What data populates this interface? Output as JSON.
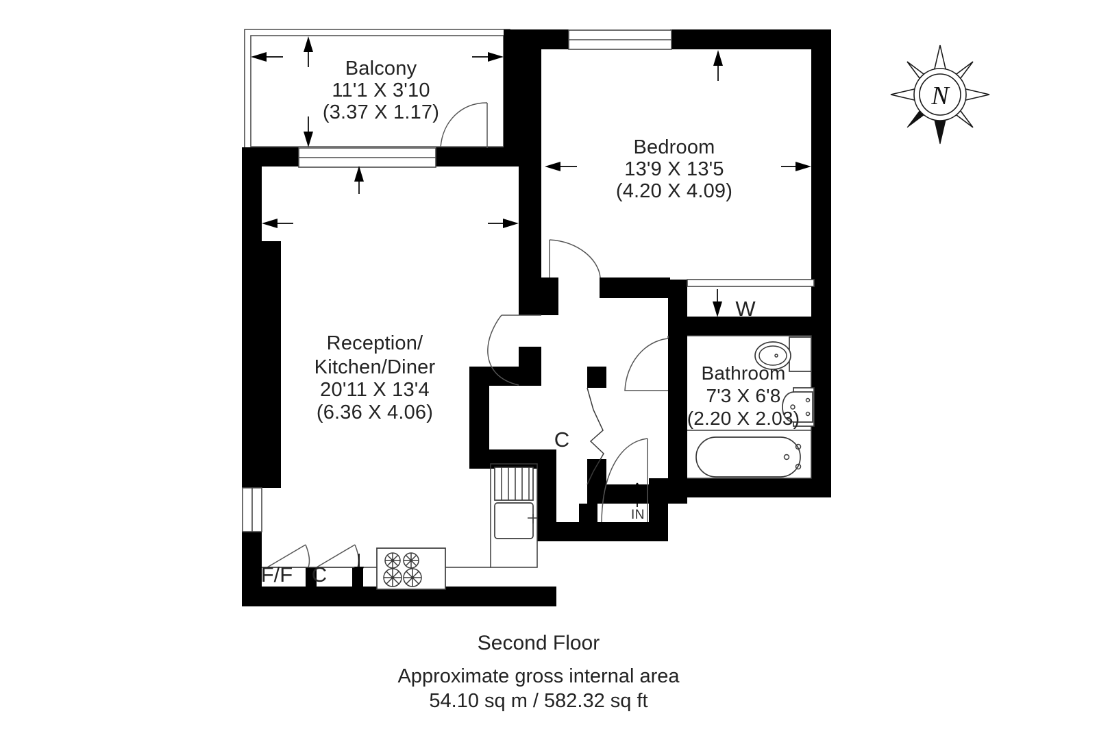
{
  "plan": {
    "floor_title": "Second Floor",
    "area_note_line1": "Approximate gross internal area",
    "area_note_line2": "54.10 sq m / 582.32 sq ft",
    "compass_label": "N"
  },
  "rooms": [
    {
      "key": "balcony",
      "name": "Balcony",
      "imperial": "11'1 X 3'10",
      "metric": "(3.37 X 1.17)"
    },
    {
      "key": "bedroom",
      "name": "Bedroom",
      "imperial": "13'9 X 13'5",
      "metric": "(4.20 X 4.09)"
    },
    {
      "key": "reception",
      "name_line1": "Reception/",
      "name_line2": "Kitchen/Diner",
      "imperial": "20'11 X 13'4",
      "metric": "(6.36 X 4.06)"
    },
    {
      "key": "bathroom",
      "name": "Bathroom",
      "imperial": "7'3 X 6'8",
      "metric": "(2.20 X 2.03)"
    }
  ],
  "annotations": {
    "cupboard_hall": "C",
    "cupboard_kitchen": "C",
    "fridge_freezer": "F/F",
    "washer": "W",
    "entrance": "IN"
  },
  "colors": {
    "wall": "#000000",
    "line": "#4a4a4a",
    "text": "#232323",
    "background": "#ffffff"
  }
}
